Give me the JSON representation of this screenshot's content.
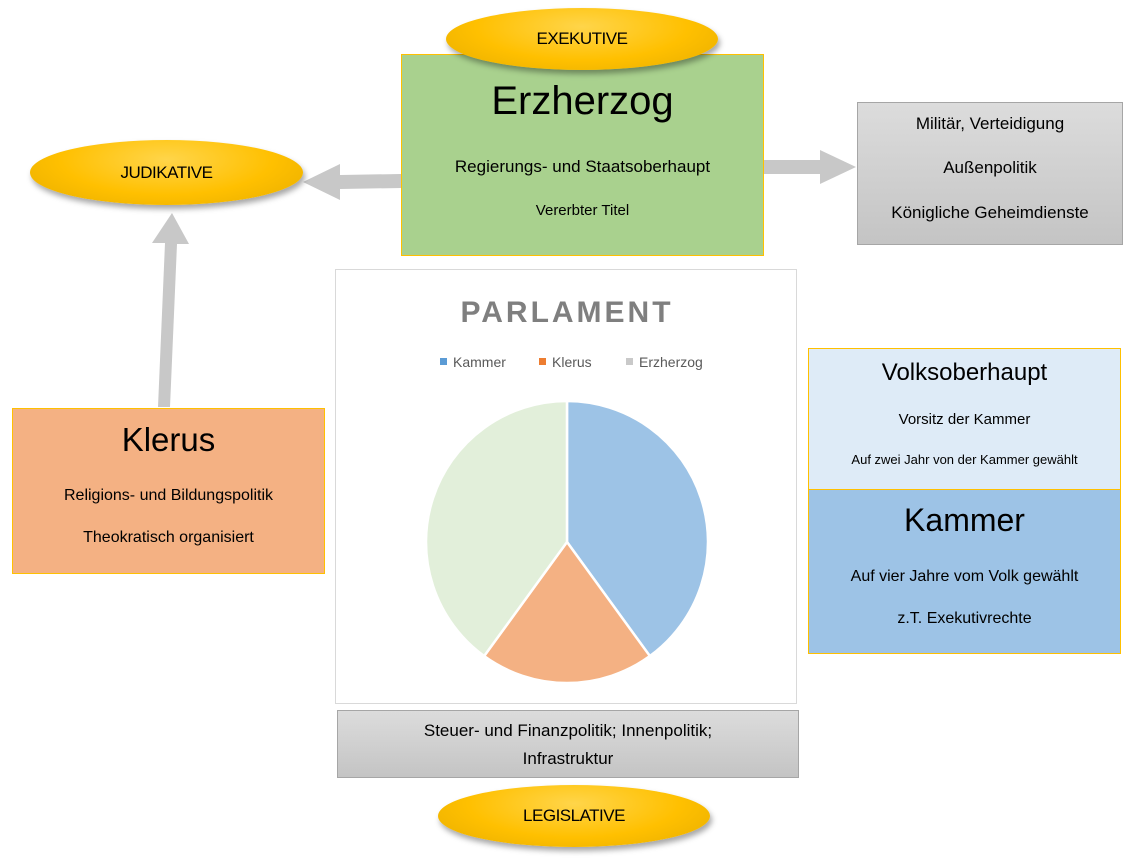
{
  "labels": {
    "exekutive": "EXEKUTIVE",
    "judikative": "JUDIKATIVE",
    "legislative": "LEGISLATIVE"
  },
  "erzherzog": {
    "title": "Erzherzog",
    "subtitle": "Regierungs- und Staatsoberhaupt",
    "detail": "Vererbter Titel"
  },
  "exec_powers": [
    "Militär, Verteidigung",
    "Außenpolitik",
    "Königliche Geheimdienste"
  ],
  "klerus": {
    "title": "Klerus",
    "lines": [
      "Religions- und Bildungspolitik",
      "Theokratisch organisiert"
    ]
  },
  "volksoberhaupt": {
    "title": "Volksoberhaupt",
    "lines": [
      "Vorsitz der Kammer",
      "Auf zwei Jahr von der Kammer gewählt"
    ]
  },
  "kammer": {
    "title": "Kammer",
    "lines": [
      "Auf vier Jahre vom Volk gewählt",
      "z.T. Exekutivrechte"
    ]
  },
  "legislative_powers": {
    "line1": "Steuer- und Finanzpolitik; Innenpolitik;",
    "line2": "Infrastruktur"
  },
  "colors": {
    "gold": "#ffc000",
    "green": "#a9d18e",
    "orange": "#f4b183",
    "lightblue": "#deebf7",
    "blue": "#9dc3e6",
    "arrow": "#c8c8c8"
  },
  "chart_data": {
    "type": "pie",
    "title": "PARLAMENT",
    "categories": [
      "Kammer",
      "Klerus",
      "Erzherzog"
    ],
    "values": [
      40,
      20,
      40
    ],
    "colors": [
      "#9dc3e6",
      "#f4b183",
      "#e2efda"
    ],
    "legend_colors": [
      "#5b9bd5",
      "#ed7d31",
      "#c9c9c9"
    ],
    "legend": "top"
  }
}
